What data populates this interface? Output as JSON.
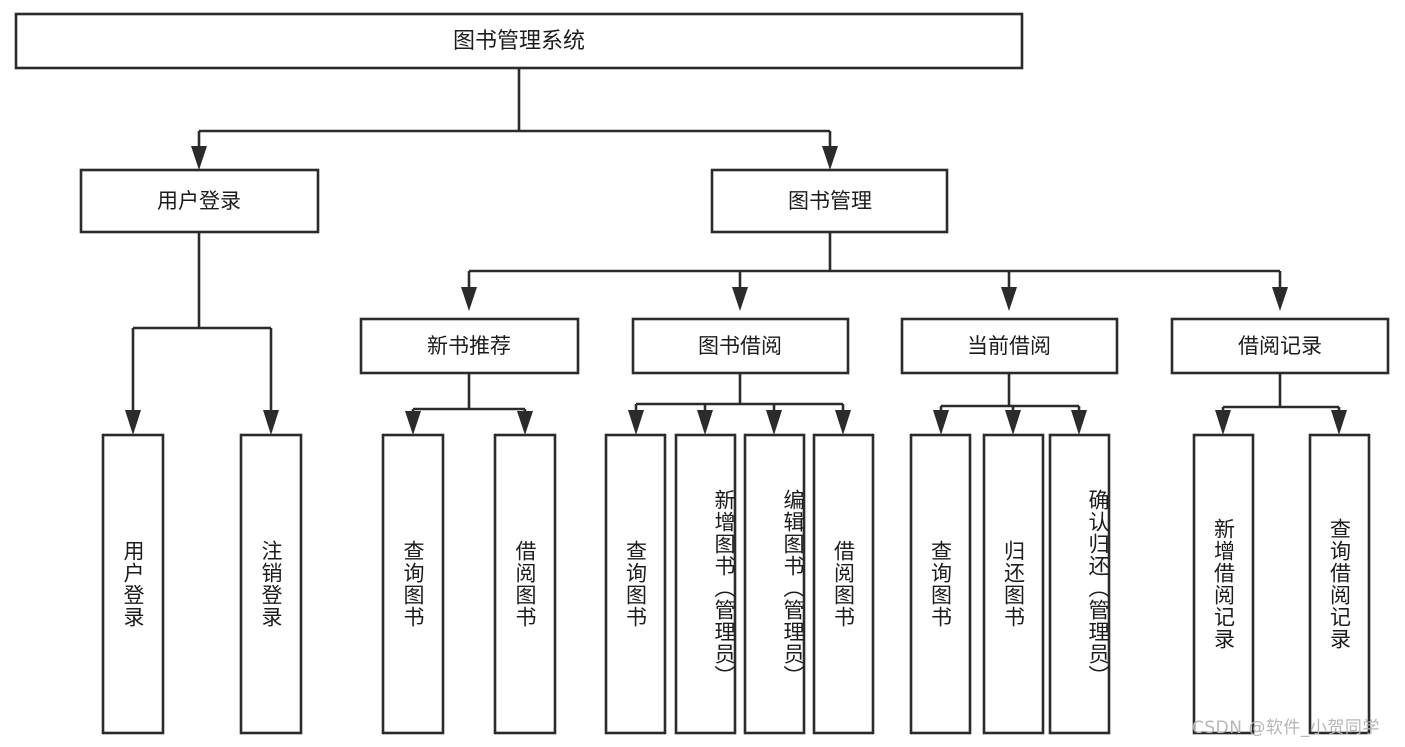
{
  "diagram": {
    "title": "图书管理系统",
    "type": "tree-hierarchy",
    "root": {
      "id": "root",
      "label": "图书管理系统"
    },
    "level2": [
      {
        "id": "user-login",
        "label": "用户登录"
      },
      {
        "id": "book-manage",
        "label": "图书管理"
      }
    ],
    "level3": [
      {
        "id": "new-book-recommend",
        "label": "新书推荐"
      },
      {
        "id": "book-borrow",
        "label": "图书借阅"
      },
      {
        "id": "current-borrow",
        "label": "当前借阅"
      },
      {
        "id": "borrow-record",
        "label": "借阅记录"
      }
    ],
    "leaves": {
      "user_login": [
        {
          "id": "leaf-user-login",
          "label": "用户登录"
        },
        {
          "id": "leaf-logout-login",
          "label": "注销登录"
        }
      ],
      "new_book_recommend": [
        {
          "id": "leaf-query-book-1",
          "label": "查询图书"
        },
        {
          "id": "leaf-borrow-book-1",
          "label": "借阅图书"
        }
      ],
      "book_borrow": [
        {
          "id": "leaf-query-book-2",
          "label": "查询图书"
        },
        {
          "id": "leaf-add-book",
          "label": "新增图书（管理员）"
        },
        {
          "id": "leaf-edit-book",
          "label": "编辑图书（管理员）"
        },
        {
          "id": "leaf-borrow-book-2",
          "label": "借阅图书"
        }
      ],
      "current_borrow": [
        {
          "id": "leaf-query-book-3",
          "label": "查询图书"
        },
        {
          "id": "leaf-return-book",
          "label": "归还图书"
        },
        {
          "id": "leaf-confirm-return",
          "label": "确认归还（管理员）"
        }
      ],
      "borrow_record": [
        {
          "id": "leaf-add-record",
          "label": "新增借阅记录"
        },
        {
          "id": "leaf-query-record",
          "label": "查询借阅记录"
        }
      ]
    }
  },
  "watermark": {
    "text": "CSDN @软件_小贺同学"
  },
  "colors": {
    "stroke": "#2b2b2b",
    "fill": "#ffffff",
    "text": "#1c1c1c",
    "watermark": "#b6b6b6"
  }
}
